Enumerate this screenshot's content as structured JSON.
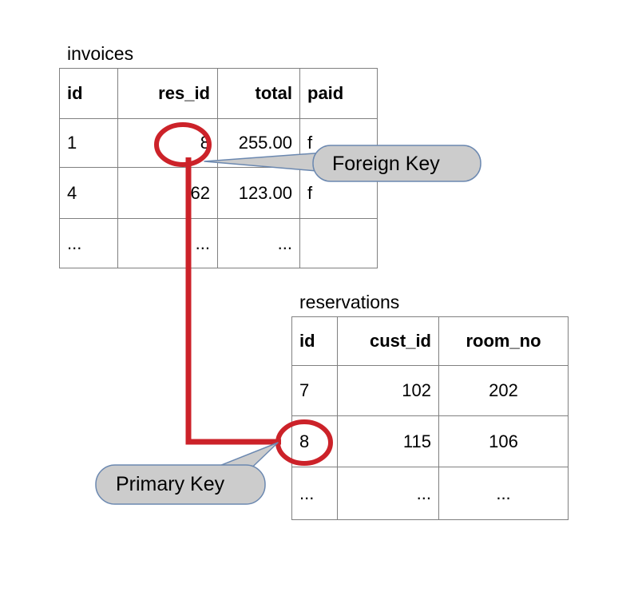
{
  "diagram": {
    "title_invoices": "invoices",
    "title_reservations": "reservations",
    "colors": {
      "link": "#cc2229",
      "highlight_ellipse": "#cc2229",
      "callout_fill": "#cccccc",
      "callout_stroke": "#6b88b0",
      "table_border": "#808080",
      "text": "#000000"
    }
  },
  "tables": {
    "invoices": {
      "name": "invoices",
      "columns": [
        "id",
        "res_id",
        "total",
        "paid"
      ],
      "rows": [
        [
          "1",
          "8",
          "255.00",
          "f"
        ],
        [
          "4",
          "62",
          "123.00",
          "f"
        ],
        [
          "...",
          "...",
          "...",
          ""
        ]
      ]
    },
    "reservations": {
      "name": "reservations",
      "columns": [
        "id",
        "cust_id",
        "room_no"
      ],
      "rows": [
        [
          "7",
          "102",
          "202"
        ],
        [
          "8",
          "115",
          "106"
        ],
        [
          "...",
          "...",
          "..."
        ]
      ]
    }
  },
  "callouts": {
    "foreign_key": {
      "label": "Foreign Key",
      "points_to": "invoices.res_id = 8"
    },
    "primary_key": {
      "label": "Primary Key",
      "points_to": "reservations.id = 8"
    }
  },
  "relationship": {
    "from": "invoices.res_id",
    "to": "reservations.id",
    "value": "8"
  }
}
